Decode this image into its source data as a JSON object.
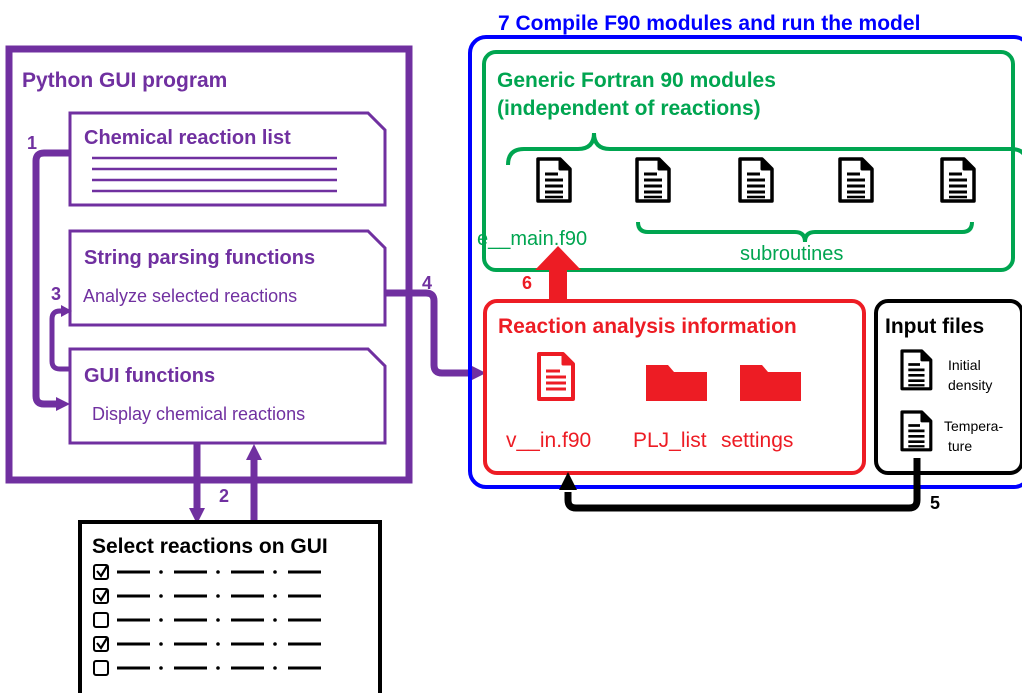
{
  "colors": {
    "purple": "#7030a0",
    "blue": "#0000ff",
    "green": "#00a550",
    "red": "#ed1c24",
    "black": "#000000"
  },
  "python_gui": {
    "title": "Python GUI program",
    "reaction_list": {
      "title": "Chemical reaction list"
    },
    "parsing": {
      "title": "String parsing functions",
      "subtitle": "Analyze selected reactions"
    },
    "gui": {
      "title": "GUI functions",
      "subtitle": "Display chemical reactions"
    }
  },
  "select_panel": {
    "title": "Select reactions on GUI",
    "rows": [
      {
        "checked": true
      },
      {
        "checked": true
      },
      {
        "checked": false
      },
      {
        "checked": true
      },
      {
        "checked": false
      }
    ]
  },
  "compile": {
    "title": "7 Compile F90 modules and run the model"
  },
  "fortran": {
    "title_line1": "Generic Fortran 90 modules",
    "title_line2": "(independent of reactions)",
    "main_file": "e__main.f90",
    "subroutines_label": "subroutines",
    "file_icons": [
      "document-icon",
      "document-icon",
      "document-icon",
      "document-icon",
      "document-icon"
    ]
  },
  "analysis": {
    "title": "Reaction analysis information",
    "items": [
      "v__in.f90",
      "PLJ_list",
      "settings"
    ]
  },
  "input_files": {
    "title": "Input files",
    "file1_line1": "Initial",
    "file1_line2": "density",
    "file2_line1": "Tempera-",
    "file2_line2": "ture"
  },
  "steps": [
    "1",
    "2",
    "3",
    "4",
    "5",
    "6"
  ]
}
